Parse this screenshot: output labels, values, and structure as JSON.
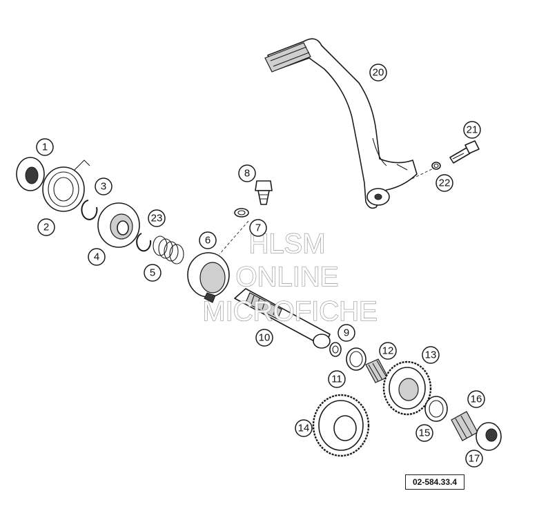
{
  "callouts": [
    "1",
    "2",
    "3",
    "4",
    "5",
    "6",
    "7",
    "8",
    "9",
    "10",
    "11",
    "12",
    "13",
    "14",
    "15",
    "16",
    "17",
    "20",
    "21",
    "22",
    "23"
  ],
  "watermark": {
    "line1": "HLSM",
    "line2": "ONLINE",
    "line3": "MICROFICHE"
  },
  "reference_code": "02-584.33.4"
}
